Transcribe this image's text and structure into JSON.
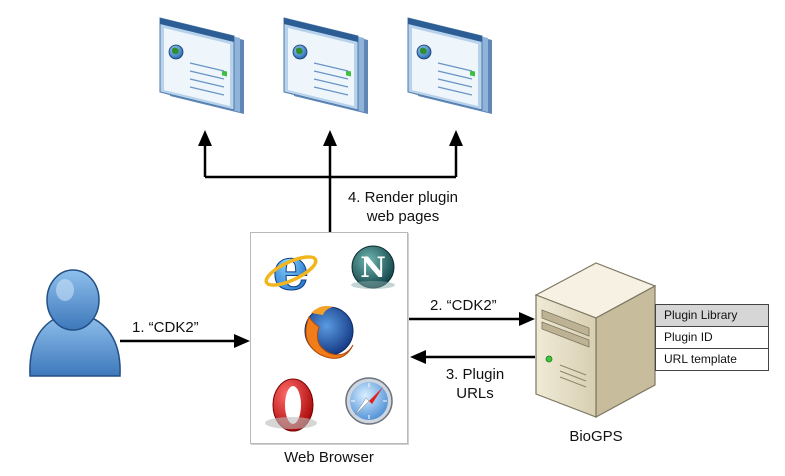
{
  "labels": {
    "step1": "1. “CDK2”",
    "step2": "2. “CDK2”",
    "step3_line1": "3. Plugin",
    "step3_line2": "URLs",
    "step4_line1": "4. Render plugin",
    "step4_line2": "web pages",
    "browser": "Web Browser",
    "server": "BioGPS"
  },
  "browser_icons": [
    "internet-explorer-icon",
    "netscape-icon",
    "firefox-icon",
    "opera-icon",
    "safari-icon"
  ],
  "browser_glyphs": {
    "ie": "e",
    "netscape": "N"
  },
  "plugin_table": {
    "header": "Plugin Library",
    "rows": [
      "Plugin ID",
      "URL template"
    ]
  },
  "colors": {
    "user": "#4f8fd0",
    "window_frame": "#7fa7cf",
    "window_screen": "#eaf3fa",
    "server": "#e3dcc4",
    "arrow": "#000000"
  }
}
